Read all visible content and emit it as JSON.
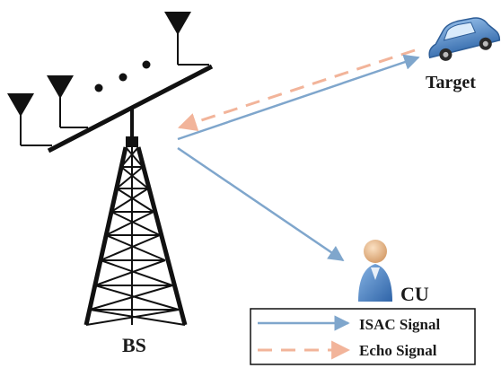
{
  "labels": {
    "target": "Target",
    "bs": "BS",
    "cu": "CU",
    "dots": "•  •  •"
  },
  "legend": {
    "items": [
      {
        "label": "ISAC Signal",
        "style": "solid",
        "color": "#7fa6cc"
      },
      {
        "label": "Echo Signal",
        "style": "dashed",
        "color": "#f2b49a"
      }
    ]
  },
  "colors": {
    "isac": "#7fa6cc",
    "echo": "#f2b49a",
    "tower": "#111111",
    "car": "#5b8fc9",
    "user_body": "#4f86c6",
    "user_head": "#e9b98c"
  }
}
